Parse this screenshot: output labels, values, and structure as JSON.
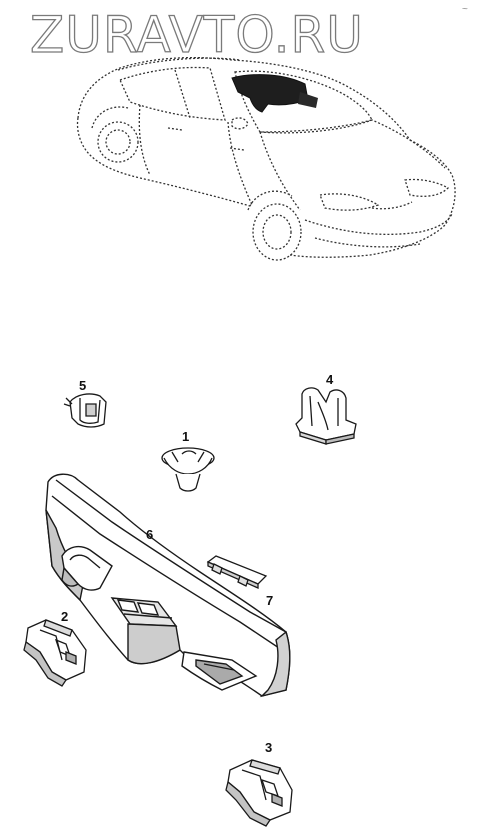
{
  "watermark": "ZURAVTO.RU",
  "corner_mark": "~",
  "callouts": {
    "c1": "1",
    "c2": "2",
    "c3": "3",
    "c4": "4",
    "c5": "5",
    "c6": "6",
    "c7": "7"
  },
  "colors": {
    "line": "#1a1a1a",
    "shade": "#bdbdbd",
    "dark": "#222222",
    "watermark_stroke": "#7a7a7a"
  }
}
